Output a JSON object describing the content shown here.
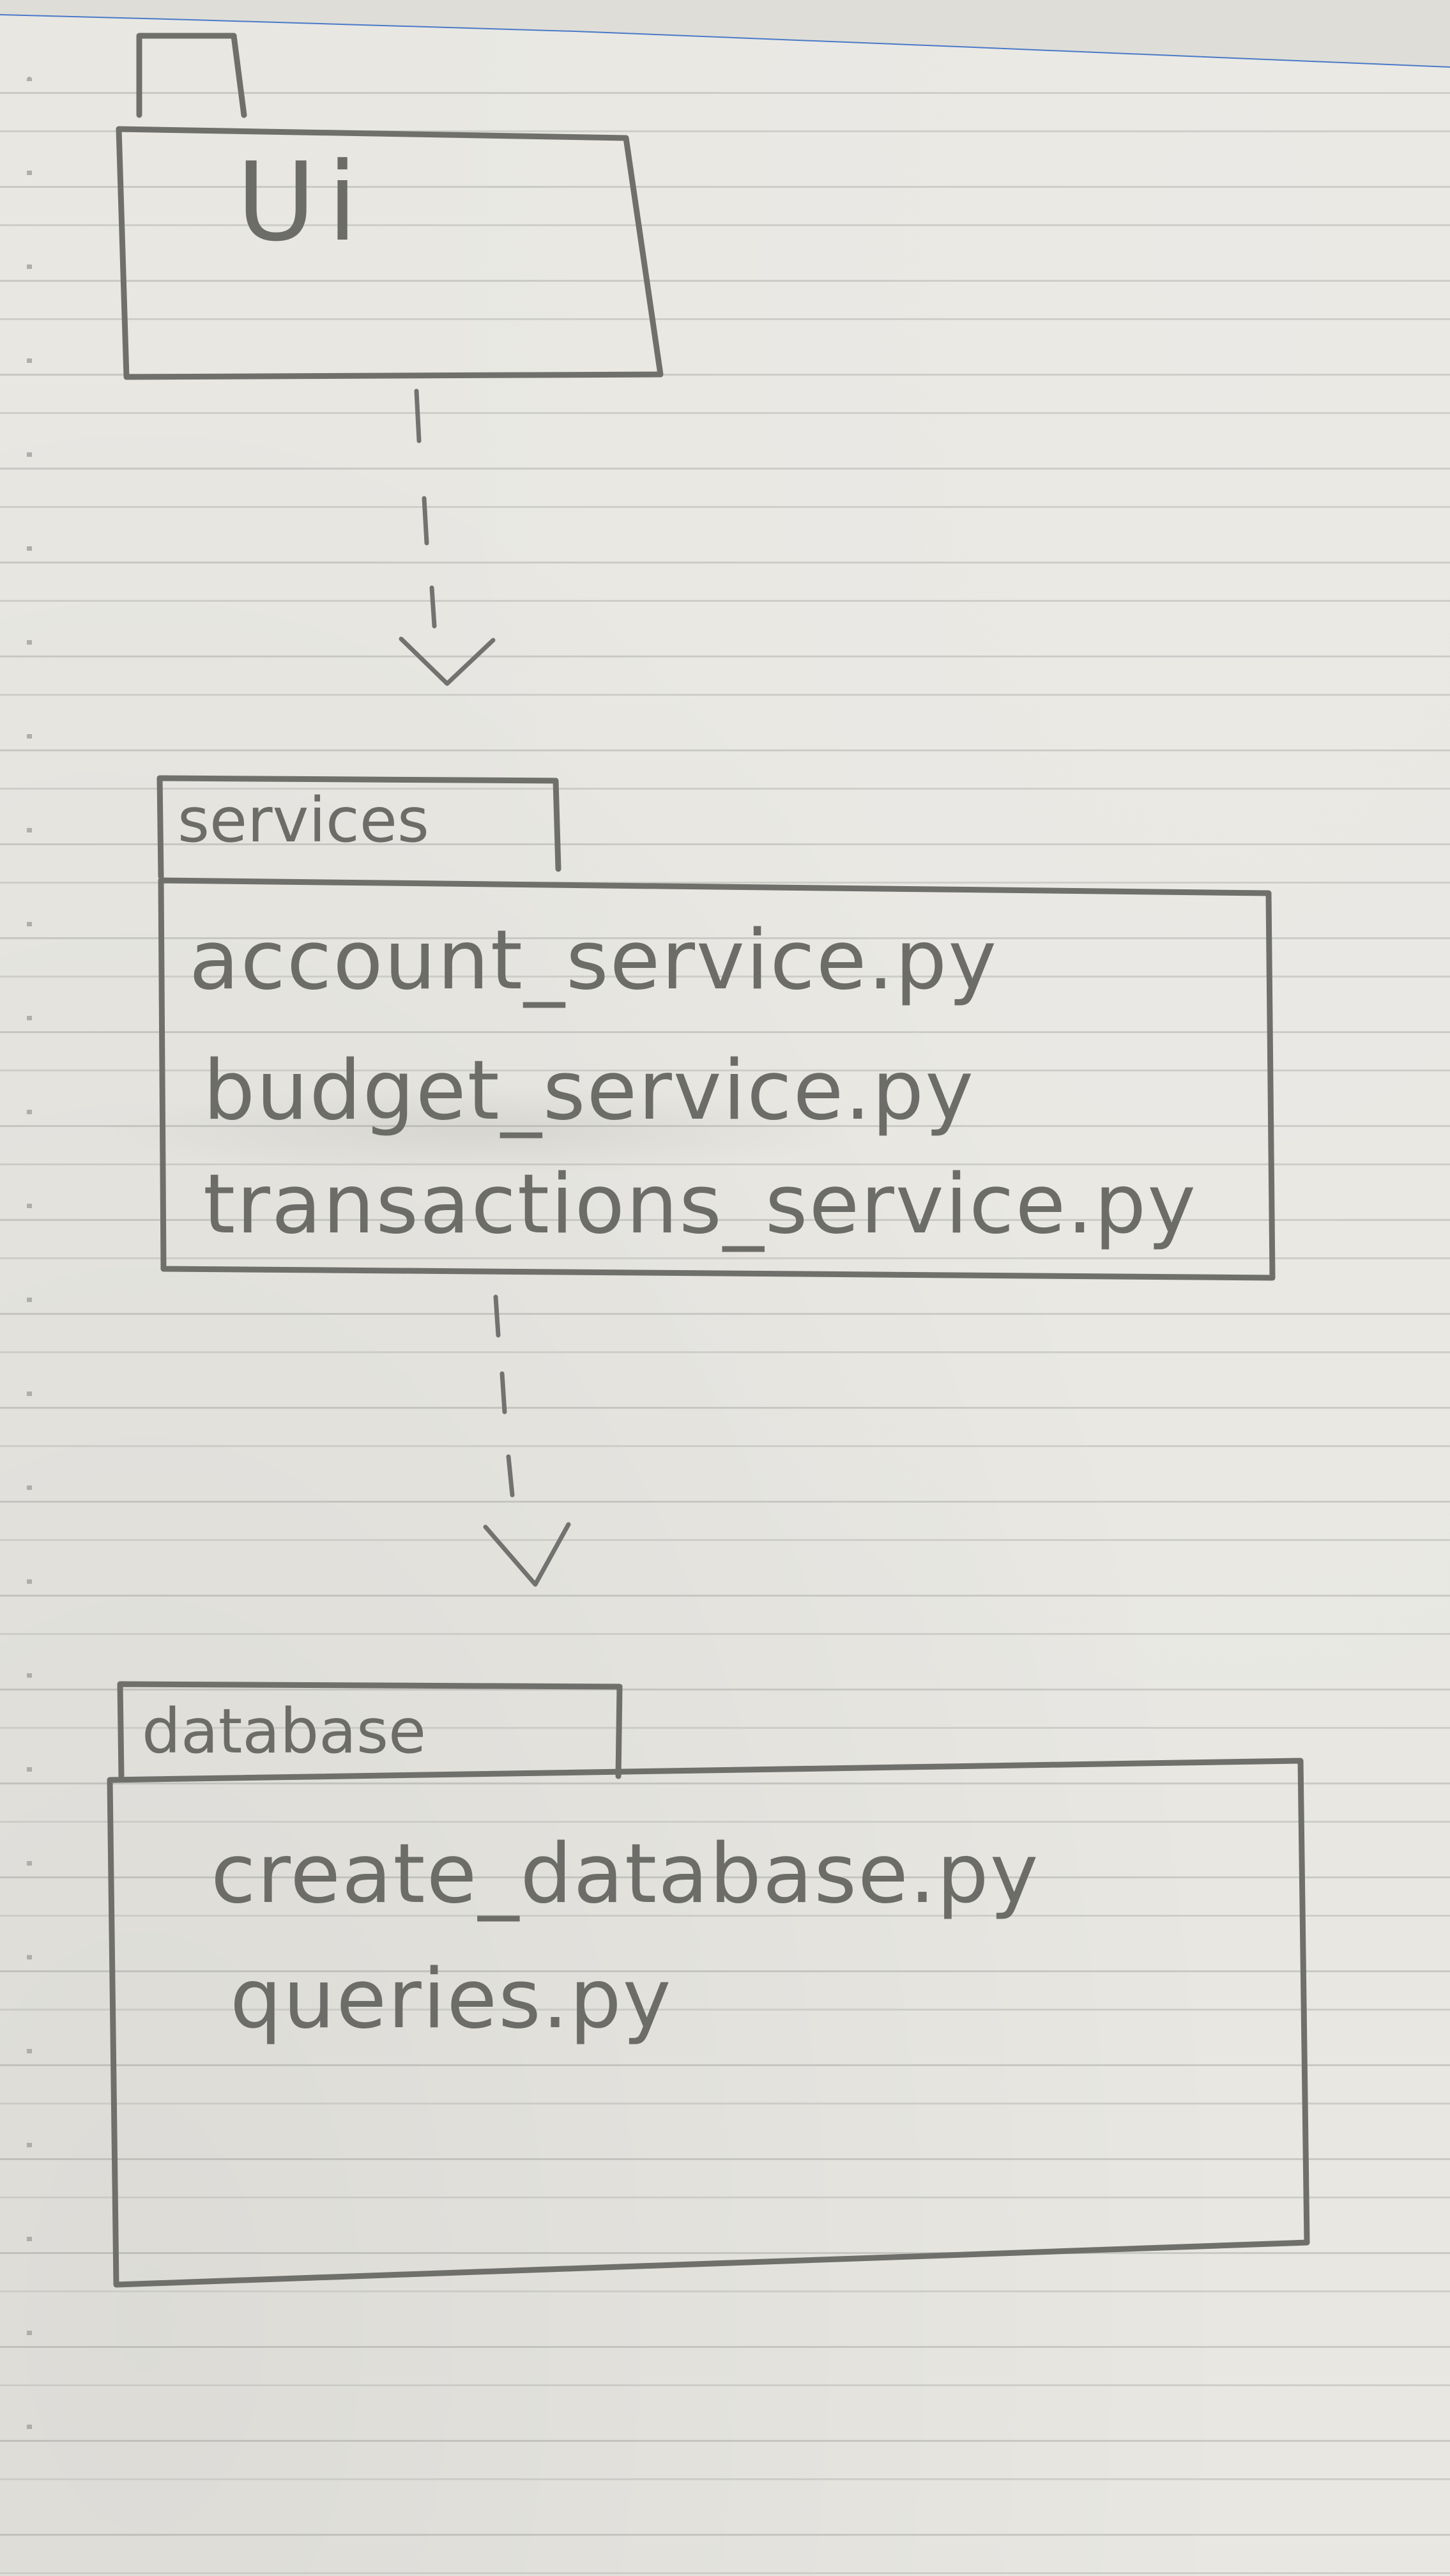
{
  "diagram": {
    "packages": [
      {
        "id": "ui",
        "name": "Ui",
        "files": []
      },
      {
        "id": "services",
        "name": "services",
        "files": [
          "account_service.py",
          "budget_service.py",
          "transactions_service.py"
        ]
      },
      {
        "id": "database",
        "name": "database",
        "files": [
          "create_database.py",
          "queries.py"
        ]
      }
    ],
    "dependencies": [
      {
        "from": "ui",
        "to": "services"
      },
      {
        "from": "services",
        "to": "database"
      }
    ]
  },
  "style": {
    "ink_color": "#6f6f6b",
    "paper_color": "#e8e7e2",
    "rule_color": "#c9c9c5",
    "top_edge_color": "#4a79c8"
  }
}
